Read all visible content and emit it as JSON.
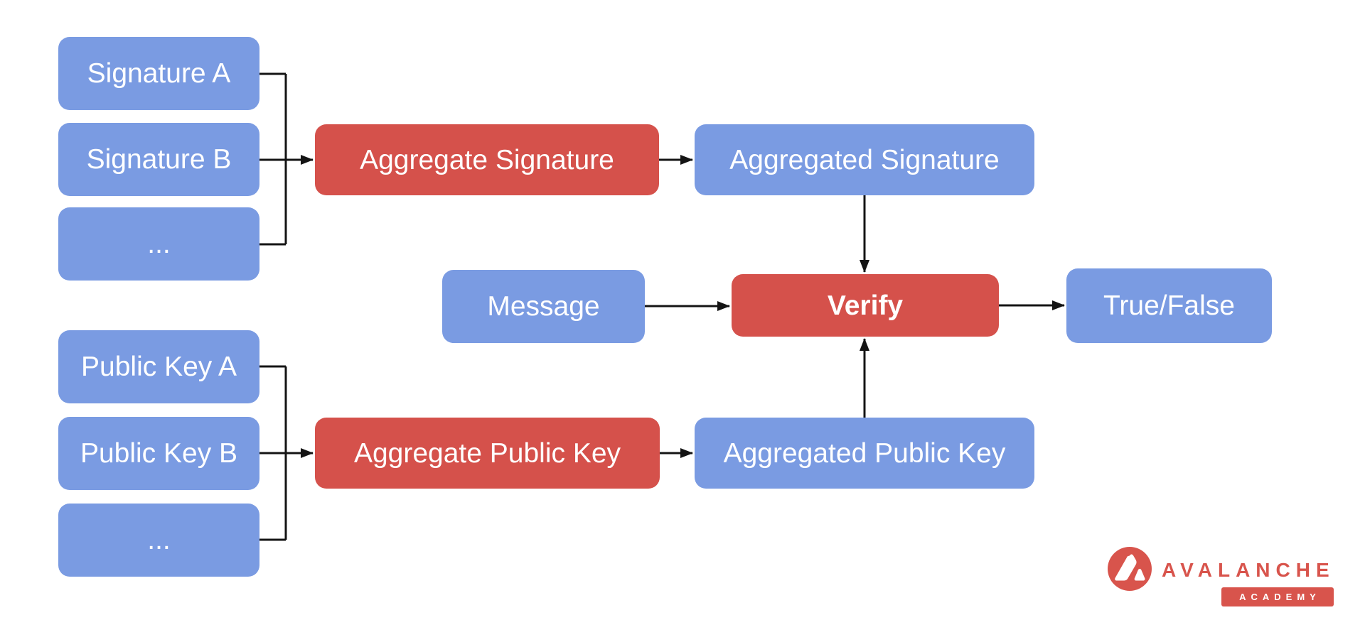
{
  "colors": {
    "node_blue": "#7A9BE2",
    "node_red": "#D5514B",
    "node_text": "#FFFFFF",
    "connector": "#141414",
    "brand_red": "#D8544C",
    "background": "#FFFFFF"
  },
  "nodes": {
    "signature_a": {
      "label": "Signature A"
    },
    "signature_b": {
      "label": "Signature B"
    },
    "signature_more": {
      "label": "..."
    },
    "aggregate_signature": {
      "label": "Aggregate Signature"
    },
    "aggregated_signature": {
      "label": "Aggregated Signature"
    },
    "message": {
      "label": "Message"
    },
    "verify": {
      "label": "Verify"
    },
    "true_false": {
      "label": "True/False"
    },
    "public_key_a": {
      "label": "Public Key A"
    },
    "public_key_b": {
      "label": "Public Key B"
    },
    "public_key_more": {
      "label": "..."
    },
    "aggregate_public_key": {
      "label": "Aggregate Public Key"
    },
    "aggregated_public_key": {
      "label": "Aggregated Public Key"
    }
  },
  "branding": {
    "wordmark": "AVALANCHE",
    "badge": "ACADEMY"
  }
}
